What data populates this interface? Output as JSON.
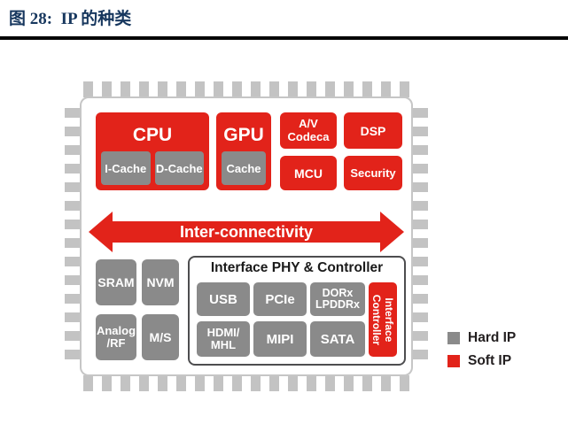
{
  "figure_title": "图 28:  IP 的种类",
  "chip": {
    "cpu": "CPU",
    "i_cache": "I-Cache",
    "d_cache": "D-Cache",
    "gpu": "GPU",
    "gpu_cache": "Cache",
    "av_codec": "A/V\nCodeca",
    "dsp": "DSP",
    "mcu": "MCU",
    "security": "Security",
    "interconnect": "Inter-connectivity",
    "sram": "SRAM",
    "nvm": "NVM",
    "analog_rf": "Analog\n/RF",
    "ms": "M/S",
    "phy_title": "Interface PHY & Controller",
    "usb": "USB",
    "pcie": "PCIe",
    "ddr": "DORx\nLPDDRx",
    "hdmi": "HDMI/\nMHL",
    "mipi": "MIPI",
    "sata": "SATA",
    "interface_controller": "Interface\nController"
  },
  "legend": {
    "hard_ip": "Hard IP",
    "soft_ip": "Soft IP"
  },
  "colors": {
    "soft_ip_red": "#E2231A",
    "hard_ip_gray": "#8A8A8A",
    "pin_gray": "#C3C3C3",
    "title_navy": "#17375E"
  }
}
